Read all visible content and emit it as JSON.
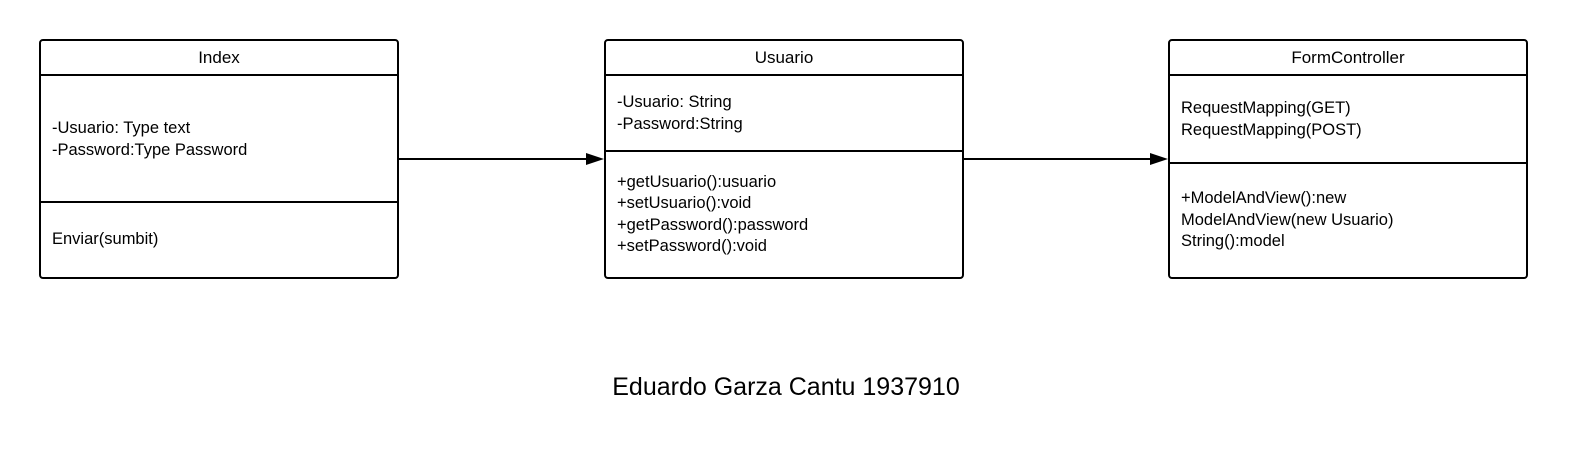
{
  "diagram": {
    "classes": [
      {
        "name": "Index",
        "attributes": [
          "-Usuario: Type text",
          "-Password:Type Password"
        ],
        "operations": [
          "Enviar(sumbit)"
        ]
      },
      {
        "name": "Usuario",
        "attributes": [
          "-Usuario: String",
          "-Password:String"
        ],
        "operations": [
          "+getUsuario():usuario",
          "+setUsuario():void",
          "+getPassword():password",
          "+setPassword():void"
        ]
      },
      {
        "name": "FormController",
        "attributes": [
          "RequestMapping(GET)",
          "RequestMapping(POST)"
        ],
        "operations": [
          "+ModelAndView():new",
          "ModelAndView(new Usuario)",
          "String():model"
        ]
      }
    ],
    "connectors": [
      {
        "from": "Index",
        "to": "Usuario",
        "style": "solid arrow"
      },
      {
        "from": "Usuario",
        "to": "FormController",
        "style": "solid arrow"
      }
    ],
    "caption": "Eduardo Garza Cantu 1937910"
  }
}
